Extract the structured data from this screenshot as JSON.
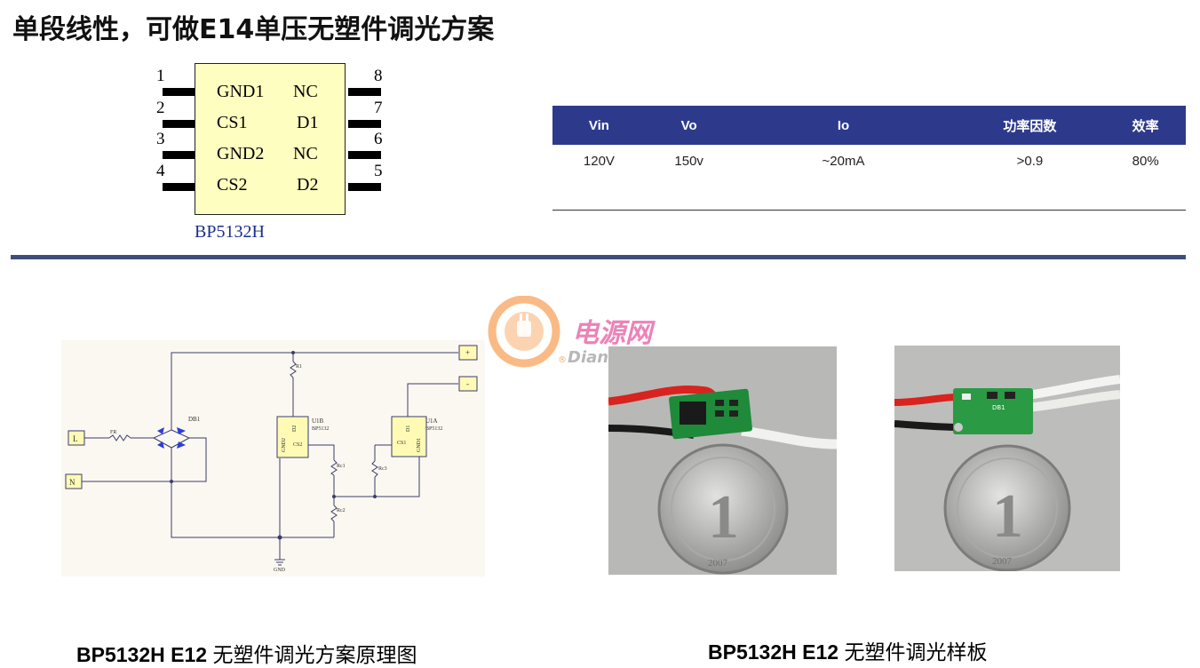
{
  "header": {
    "title": "单段线性，可做E14单压无塑件调光方案"
  },
  "ic": {
    "name": "BP5132H",
    "left_pins": [
      {
        "num": "1",
        "label": "GND1"
      },
      {
        "num": "2",
        "label": "CS1"
      },
      {
        "num": "3",
        "label": "GND2"
      },
      {
        "num": "4",
        "label": "CS2"
      }
    ],
    "right_pins": [
      {
        "num": "8",
        "label": "NC"
      },
      {
        "num": "7",
        "label": "D1"
      },
      {
        "num": "6",
        "label": "NC"
      },
      {
        "num": "5",
        "label": "D2"
      }
    ]
  },
  "spec_table": {
    "headers": [
      "Vin",
      "Vo",
      "Io",
      "功率因数",
      "效率"
    ],
    "row": [
      "120V",
      "150v",
      "~20mA",
      ">0.9",
      "80%"
    ]
  },
  "schematic": {
    "labels": {
      "L": "L",
      "N": "N",
      "plus": "+",
      "minus": "-",
      "fr": "FR",
      "db1": "DB1",
      "r1": "R1",
      "u1b": "U1B",
      "u1b_part": "BP5132",
      "u1b_gnd": "GND2",
      "u1b_d": "D2",
      "u1b_cs": "CS2",
      "u1a": "U1A",
      "u1a_part": "BP5132",
      "u1a_d": "D1",
      "u1a_cs": "CS1",
      "u1a_gnd": "GND1",
      "rc1": "Rc1",
      "rc2": "Rc2",
      "rc3": "Rc3",
      "gnd": "GND"
    }
  },
  "watermark": {
    "cn": "电源网",
    "en": "DianYuan.com",
    "mark": "®"
  },
  "photos": {
    "left": {
      "board_label": "",
      "coin_year": "2007",
      "coin_value": "1"
    },
    "right": {
      "board_label": "DB1",
      "coin_year": "2007",
      "coin_value": "1"
    }
  },
  "captions": {
    "left": {
      "bold": "BP5132H E12 ",
      "text": "无塑件调光方案原理图"
    },
    "right": {
      "bold": "BP5132H E12 ",
      "text": "无塑件调光样板"
    }
  },
  "colors": {
    "table_header": "#2d3a8c",
    "divider": "#3f4e7c",
    "chip_fill": "#fefec0",
    "logo_orange": "#f58220",
    "logo_pink": "#e0308a"
  }
}
